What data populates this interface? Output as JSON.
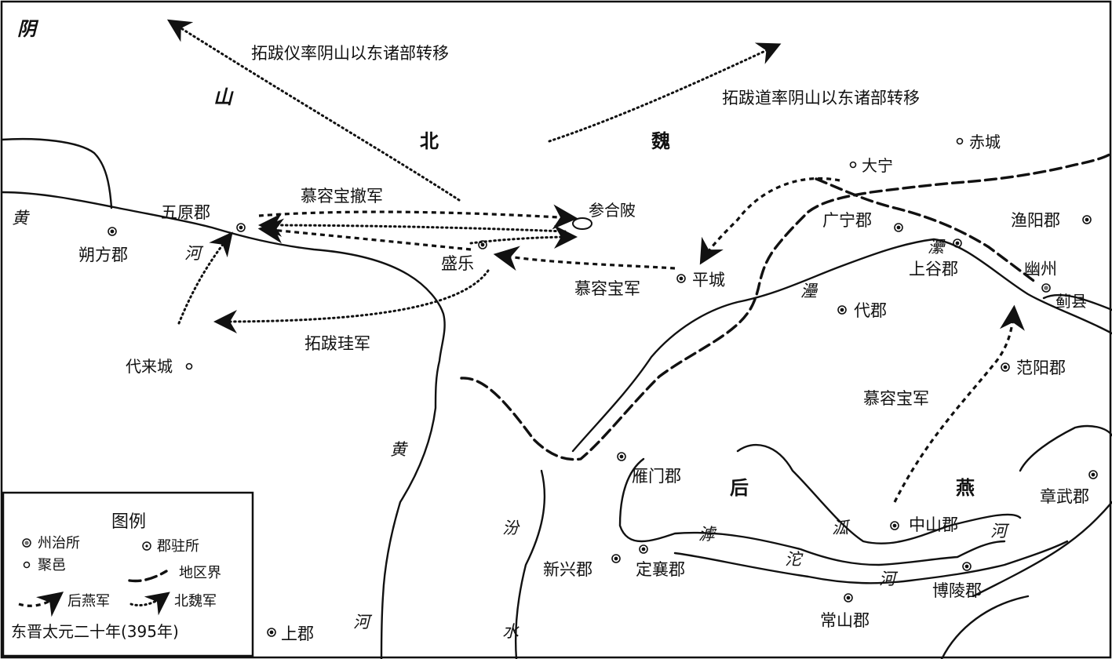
{
  "regions": {
    "yin": "阴",
    "shan": "山",
    "bei": "北",
    "wei": "魏",
    "hou": "后",
    "yan": "燕"
  },
  "places": {
    "wuyuan": "五原郡",
    "shuofang": "朔方郡",
    "shengle": "盛乐",
    "pingcheng": "平城",
    "canhebei": "参合陂",
    "daning": "大宁",
    "chicheng": "赤城",
    "guangning": "广宁郡",
    "shanggu": "上谷郡",
    "yuyang": "渔阳郡",
    "youzhou": "幽州",
    "jixian": "蓟县",
    "daijun": "代郡",
    "fanyang": "范阳郡",
    "dailai": "代来城",
    "yanmen": "雁门郡",
    "zhongshan": "中山郡",
    "zhangwu": "章武郡",
    "xinxing": "新兴郡",
    "dingxiang": "定襄郡",
    "changshan": "常山郡",
    "boling": "博陵郡",
    "shangjun": "上郡"
  },
  "rivers": {
    "huang1": "黄",
    "he1": "河",
    "huang2": "黄",
    "he2": "河",
    "fen": "汾",
    "shui": "水",
    "lei1": "㶟",
    "lei2": "灅",
    "hu": "滹",
    "tuo": "沱",
    "gu": "泒",
    "he3": "河",
    "he4": "河"
  },
  "arrows": {
    "tuobayi": "拓跋仪率阴山以东诸部转移",
    "tuobadao": "拓跋道率阴山以东诸部转移",
    "murongbao_retreat": "慕容宝撤军",
    "murongbao_army": "慕容宝军",
    "tuobagui": "拓跋珪军",
    "murongbao_army2": "慕容宝军"
  },
  "legend": {
    "title": "图例",
    "zhouzhi": "州治所",
    "junzhu": "郡驻所",
    "juyi": "聚邑",
    "boundary": "地区界",
    "houyan_army": "后燕军",
    "beiwei_army": "北魏军"
  },
  "caption": "东晋太元二十年(395年)"
}
